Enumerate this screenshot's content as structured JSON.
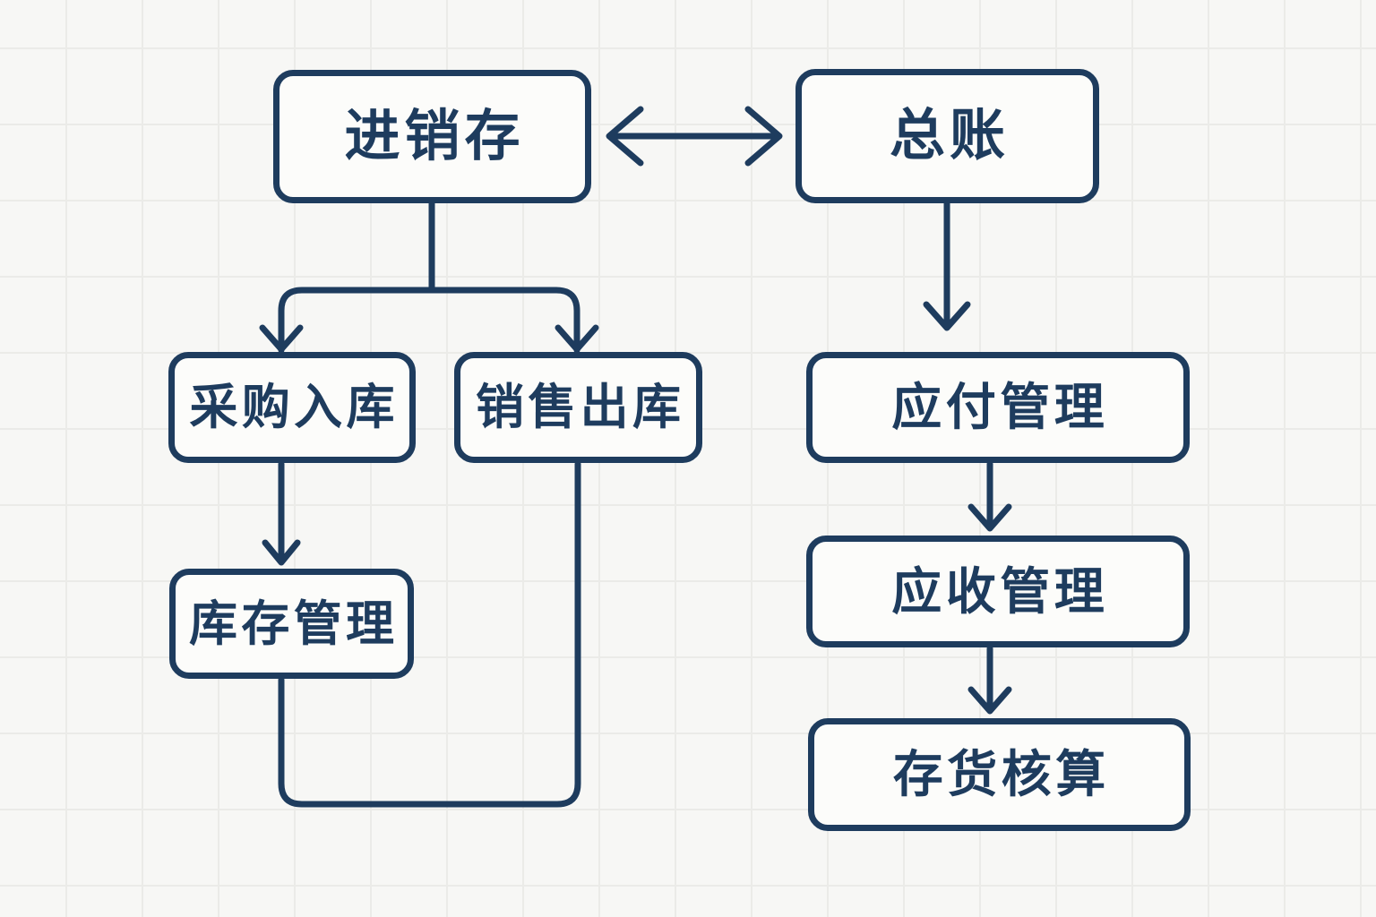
{
  "diagram": {
    "type": "flowchart",
    "language": "zh-CN",
    "colors": {
      "stroke": "#1e3c5e",
      "text": "#1e3c5e",
      "background": "#f7f7f5",
      "box_fill": "#fcfcfa",
      "grid_line": "#ebebe8"
    },
    "nodes": [
      {
        "id": "jinxiaocun",
        "label": "进销存"
      },
      {
        "id": "zongzhang",
        "label": "总账"
      },
      {
        "id": "caigou-ruku",
        "label": "采购入库"
      },
      {
        "id": "xiaoshou-chuku",
        "label": "销售出库"
      },
      {
        "id": "kucun-guanli",
        "label": "库存管理"
      },
      {
        "id": "yingfu-guanli",
        "label": "应付管理"
      },
      {
        "id": "yingshou-guanli",
        "label": "应收管理"
      },
      {
        "id": "cunhuo-hesuan",
        "label": "存货核算"
      }
    ],
    "edges": [
      {
        "from": "进销存",
        "to": "总账",
        "type": "bidirectional-arrow"
      },
      {
        "from": "进销存",
        "to": "采购入库",
        "type": "arrow"
      },
      {
        "from": "进销存",
        "to": "销售出库",
        "type": "arrow"
      },
      {
        "from": "采购入库",
        "to": "库存管理",
        "type": "arrow"
      },
      {
        "from": "库存管理",
        "to": "销售出库",
        "type": "line"
      },
      {
        "from": "总账",
        "to": "应付管理",
        "type": "arrow"
      },
      {
        "from": "应付管理",
        "to": "应收管理",
        "type": "arrow"
      },
      {
        "from": "应收管理",
        "to": "存货核算",
        "type": "arrow"
      }
    ]
  }
}
